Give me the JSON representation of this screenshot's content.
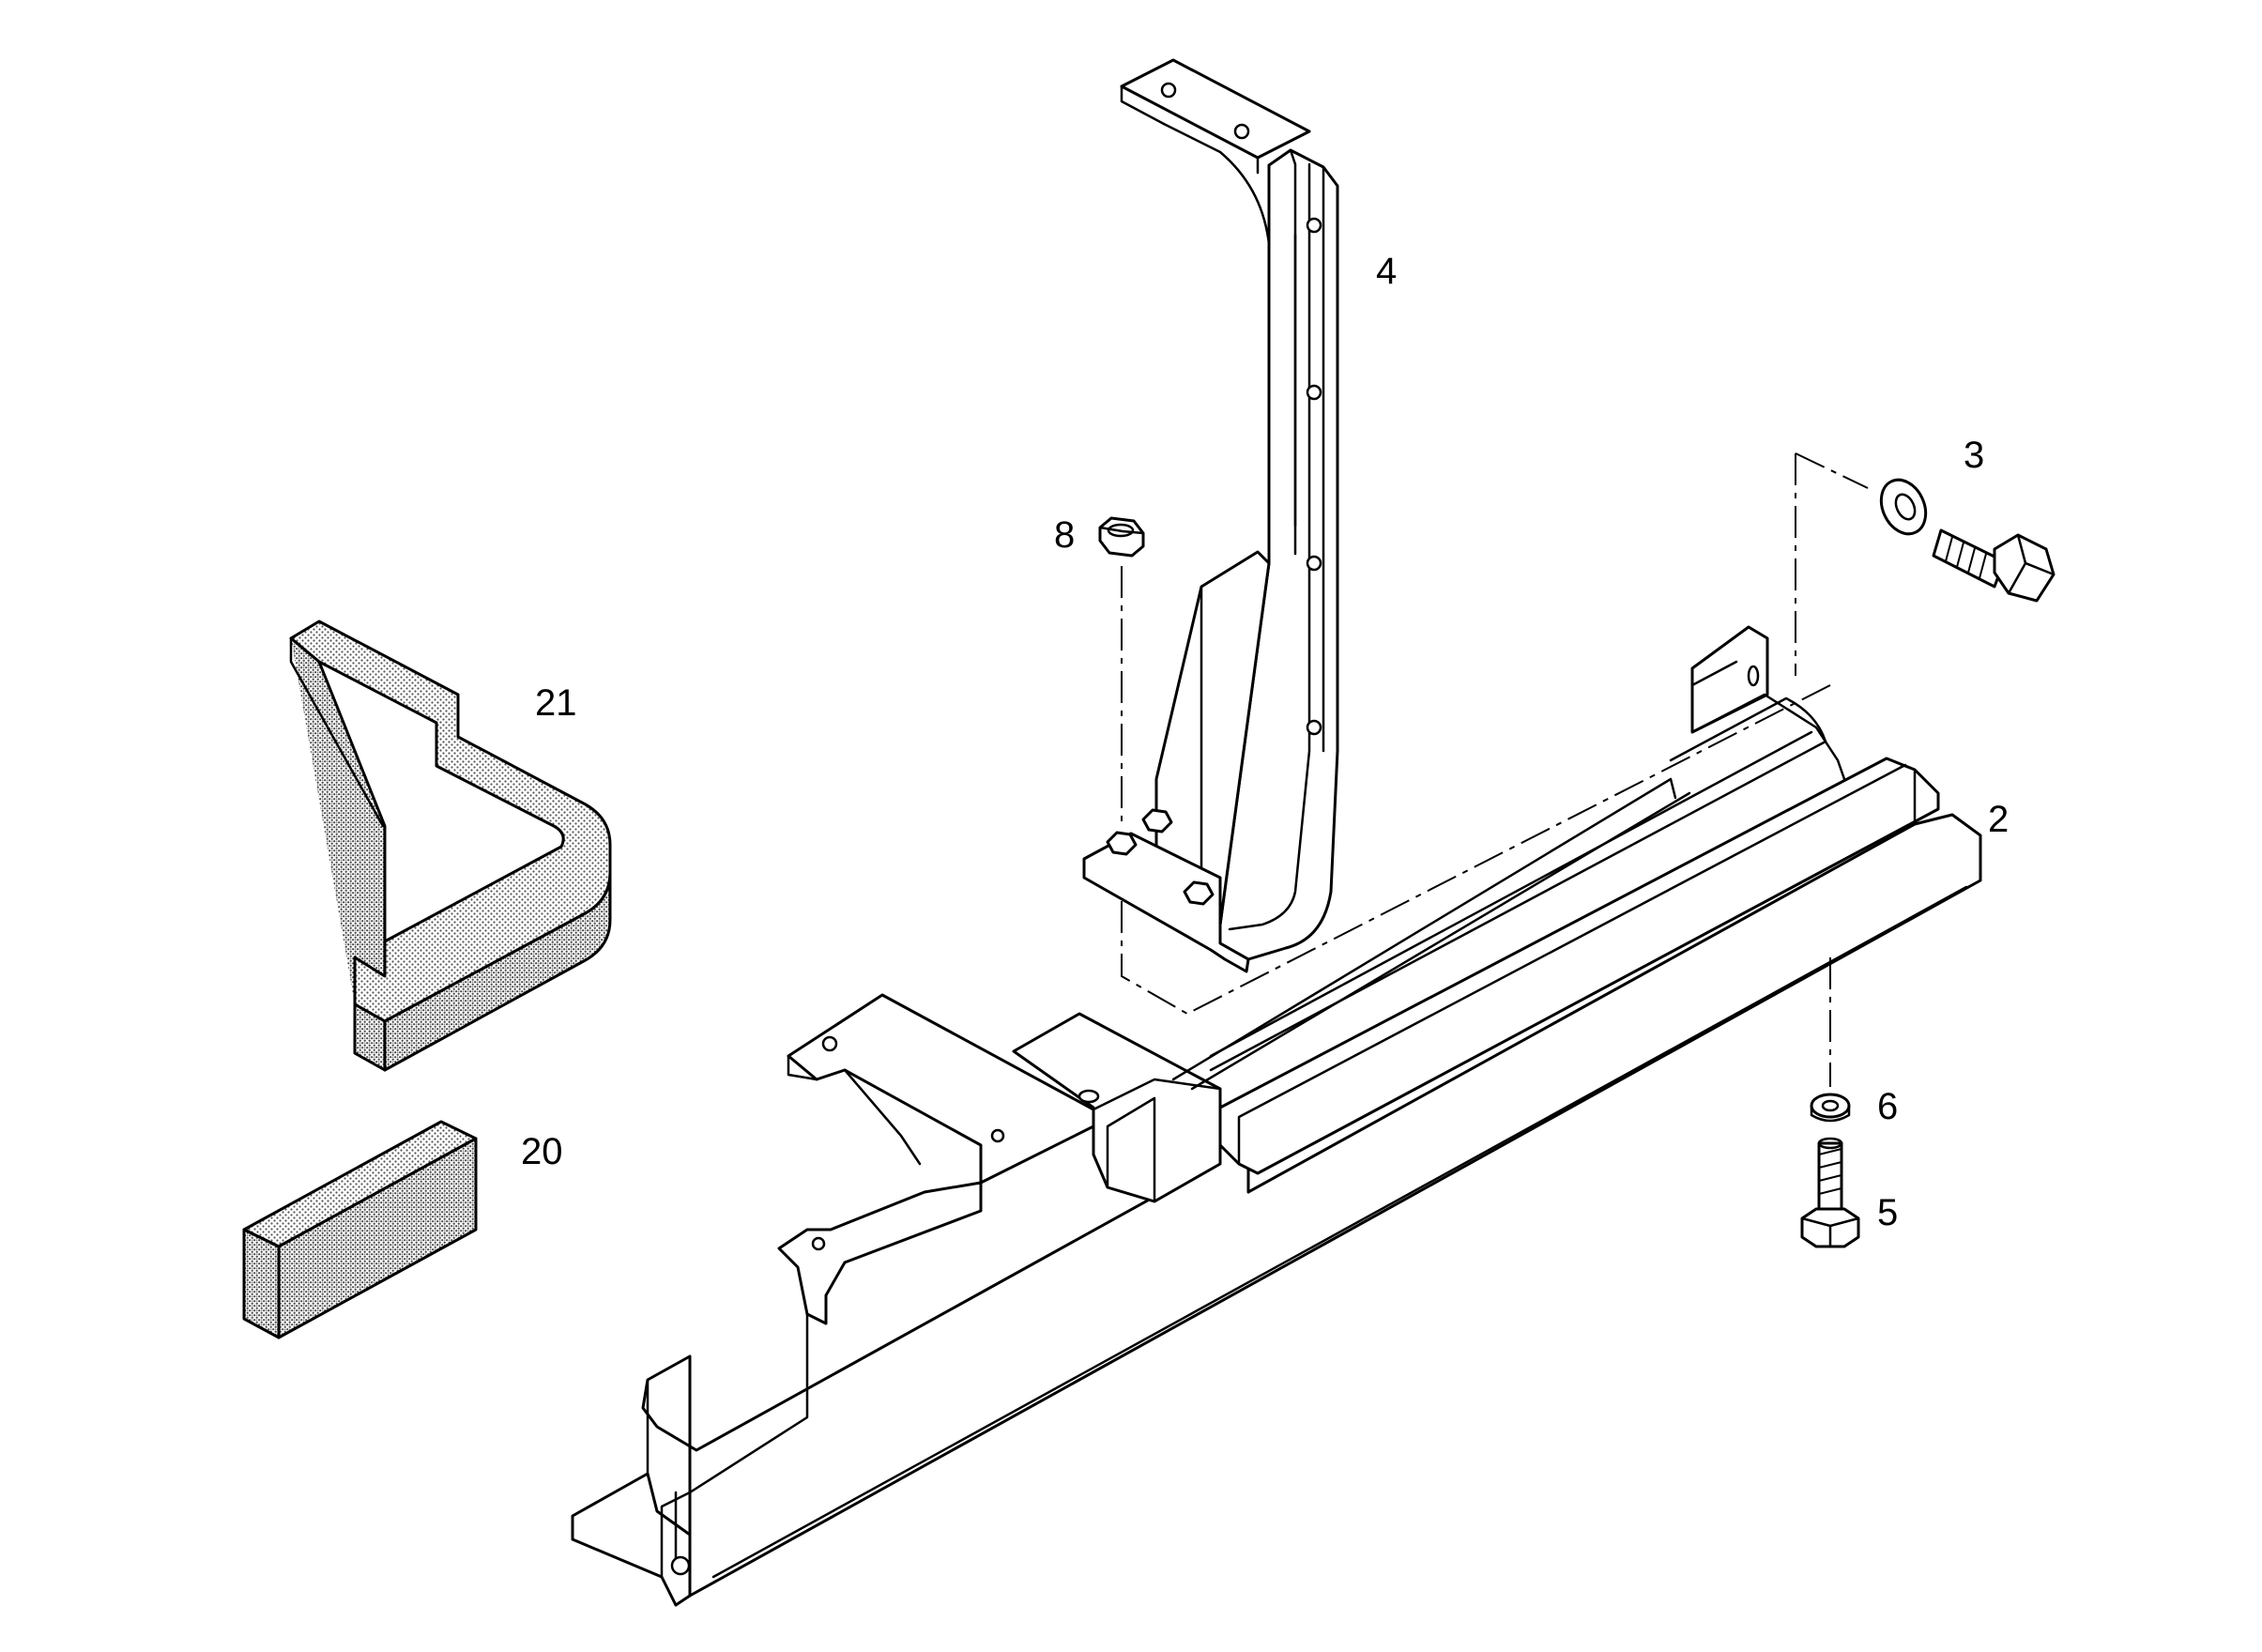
{
  "callouts": {
    "part_2": "2",
    "part_3": "3",
    "part_4": "4",
    "part_5": "5",
    "part_6": "6",
    "part_8": "8",
    "part_20": "20",
    "part_21": "21"
  },
  "colors": {
    "line": "#000000",
    "background": "#ffffff",
    "foam_fill": "#bdbdbd"
  }
}
